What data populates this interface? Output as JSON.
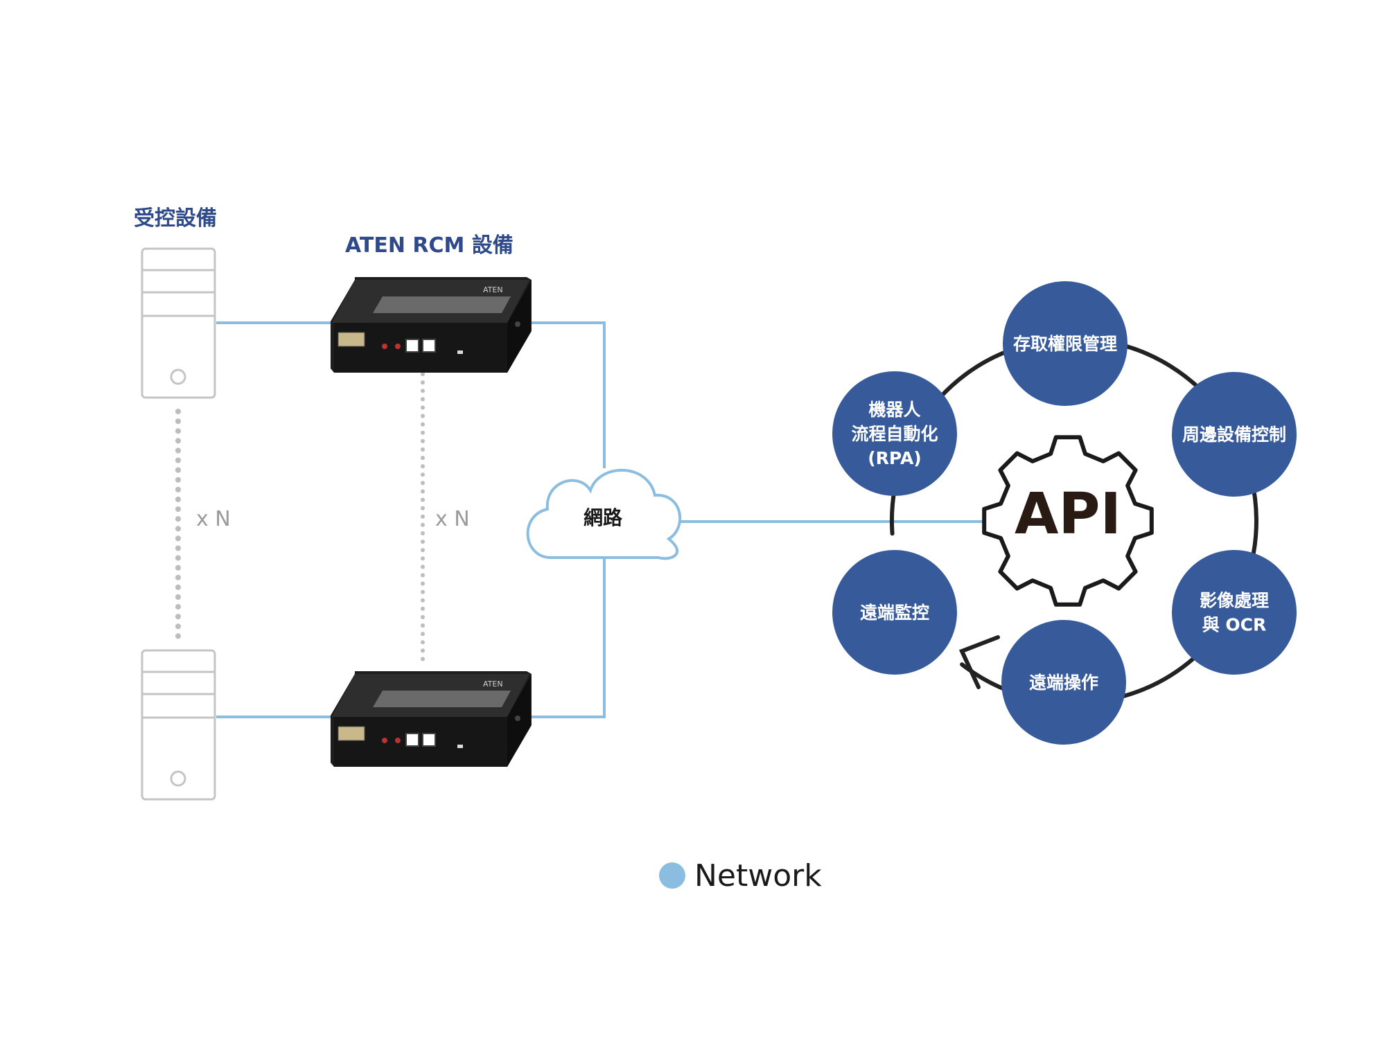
{
  "labels": {
    "controlled_devices": "受控設備",
    "rcm_devices": "ATEN RCM 設備",
    "times_n_left": "x N",
    "times_n_mid": "x N",
    "network_cloud": "網路",
    "device_brand_top": "ATEN",
    "device_brand_bottom": "ATEN",
    "api": "API"
  },
  "functions": [
    {
      "id": "access",
      "lines": [
        "存取權限管理"
      ]
    },
    {
      "id": "peripheral",
      "lines": [
        "周邊設備控制"
      ]
    },
    {
      "id": "image",
      "lines": [
        "影像處理",
        "與 OCR"
      ]
    },
    {
      "id": "remote-op",
      "lines": [
        "遠端操作"
      ]
    },
    {
      "id": "remote-mon",
      "lines": [
        "遠端監控"
      ]
    },
    {
      "id": "rpa",
      "lines": [
        "機器人",
        "流程自動化",
        "(RPA)"
      ]
    }
  ],
  "legend": {
    "label": "Network"
  },
  "colors": {
    "network_line": "#8bbde0",
    "node_fill": "#365a9a",
    "ring": "#222222",
    "server_stroke": "#c4c4c4",
    "title_blue": "#2f4a8a",
    "legend_dot": "#8bbde0"
  }
}
